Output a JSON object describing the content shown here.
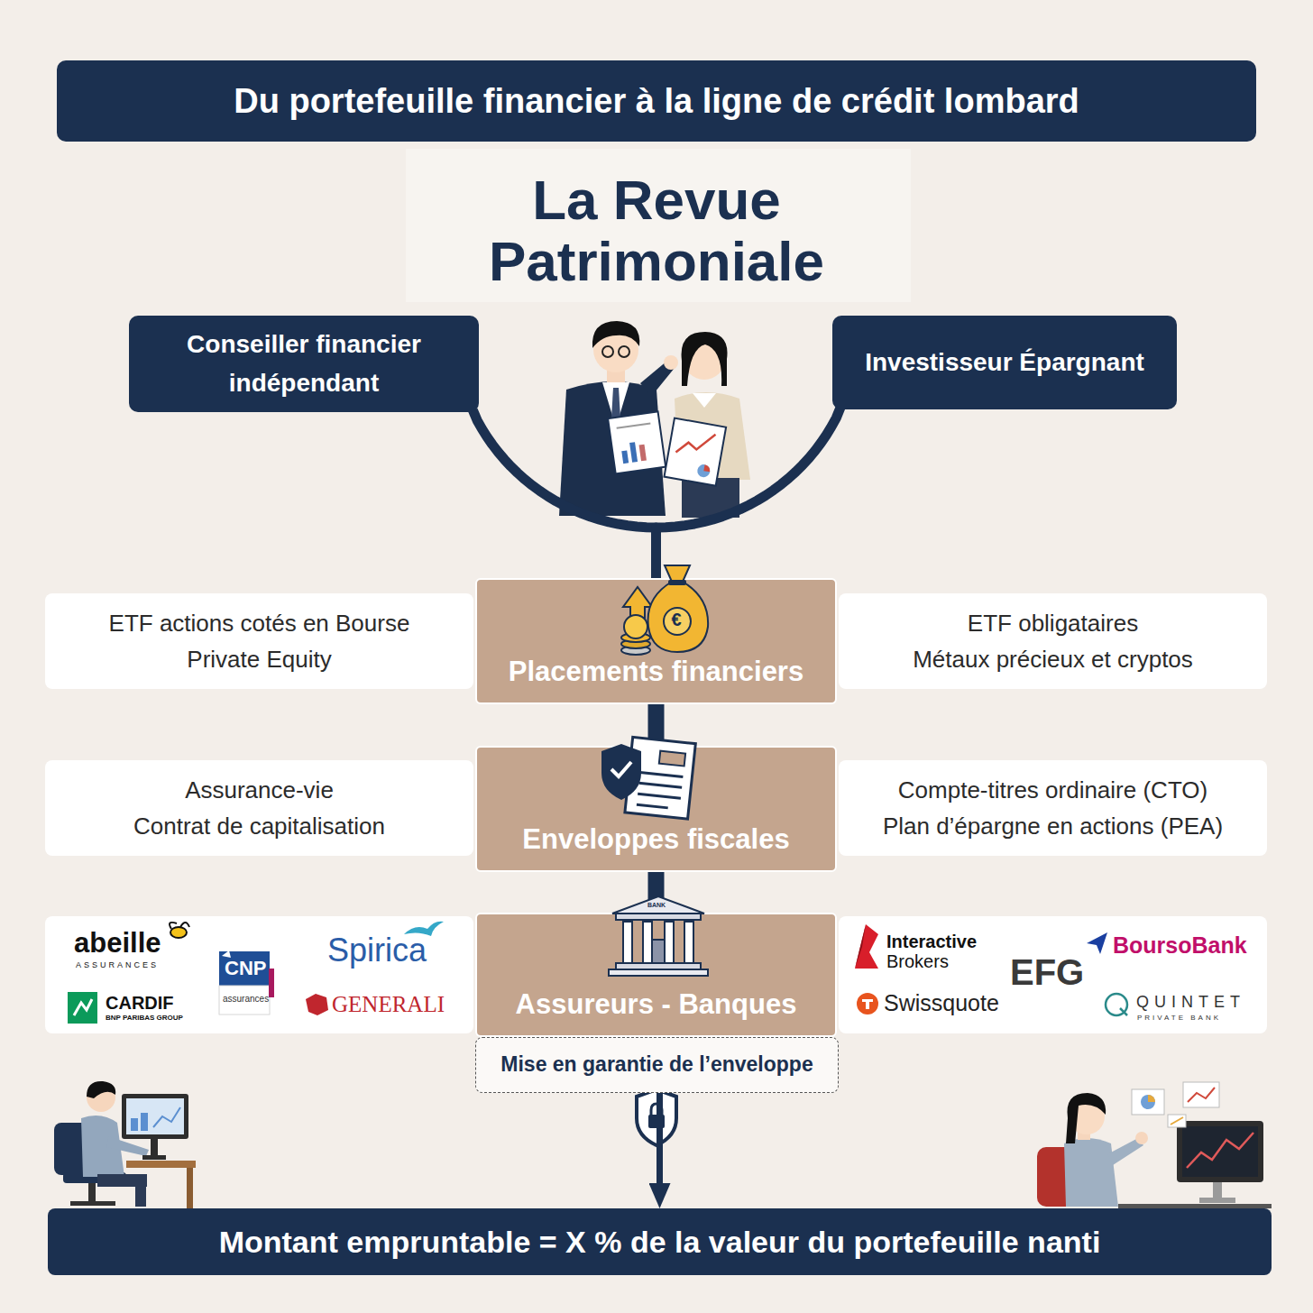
{
  "diagram": {
    "title": "Du portefeuille financier à la ligne de crédit lombard",
    "nodes": [
      {
        "text": [
          "Conseiller financier indépendant"
        ]
      },
      {
        "text": [
          "Investisseur Épargnant"
        ]
      },
      {
        "text": [
          "ETF actions cotés en Bourse",
          "Private Equity"
        ]
      },
      {
        "text": [
          "Placements financiers"
        ]
      },
      {
        "text": [
          "ETF obligataires",
          "Métaux précieux et cryptos"
        ]
      },
      {
        "text": [
          "Assurance-vie",
          "Contrat de capitalisation"
        ]
      },
      {
        "text": [
          "Enveloppes fiscales"
        ]
      },
      {
        "text": [
          "Compte-titres ordinaire (CTO)",
          "Plan d’épargne en actions (PEA)"
        ]
      },
      {
        "text": [
          "abeille",
          "ASSURANCES",
          "CNP",
          "assurances",
          "Spirica",
          "CARDIF",
          "BNP PARIBAS GROUP",
          "GENERALI"
        ]
      },
      {
        "text": [
          "Assureurs - Banques"
        ]
      },
      {
        "text": [
          "Interactive",
          "Brokers",
          "EFG",
          "BoursoBank",
          "Swissquote",
          "QUINTET",
          "PRIVATE BANK"
        ]
      },
      {
        "text": [
          "Mise en garantie de l’enveloppe"
        ]
      },
      {
        "text": [
          "Montant empruntable = X % de la valeur du portefeuille nanti"
        ]
      }
    ],
    "edges": [
      {
        "from": 0,
        "to": 3,
        "arrow": "none"
      },
      {
        "from": 1,
        "to": 3,
        "arrow": "none"
      },
      {
        "from": 3,
        "to": 6,
        "arrow": "none"
      },
      {
        "from": 6,
        "to": 9,
        "arrow": "none"
      },
      {
        "from": 11,
        "to": 12,
        "arrow": "to"
      }
    ],
    "labels": [
      "La Revue Patrimoniale",
      "€",
      "BANK"
    ]
  }
}
